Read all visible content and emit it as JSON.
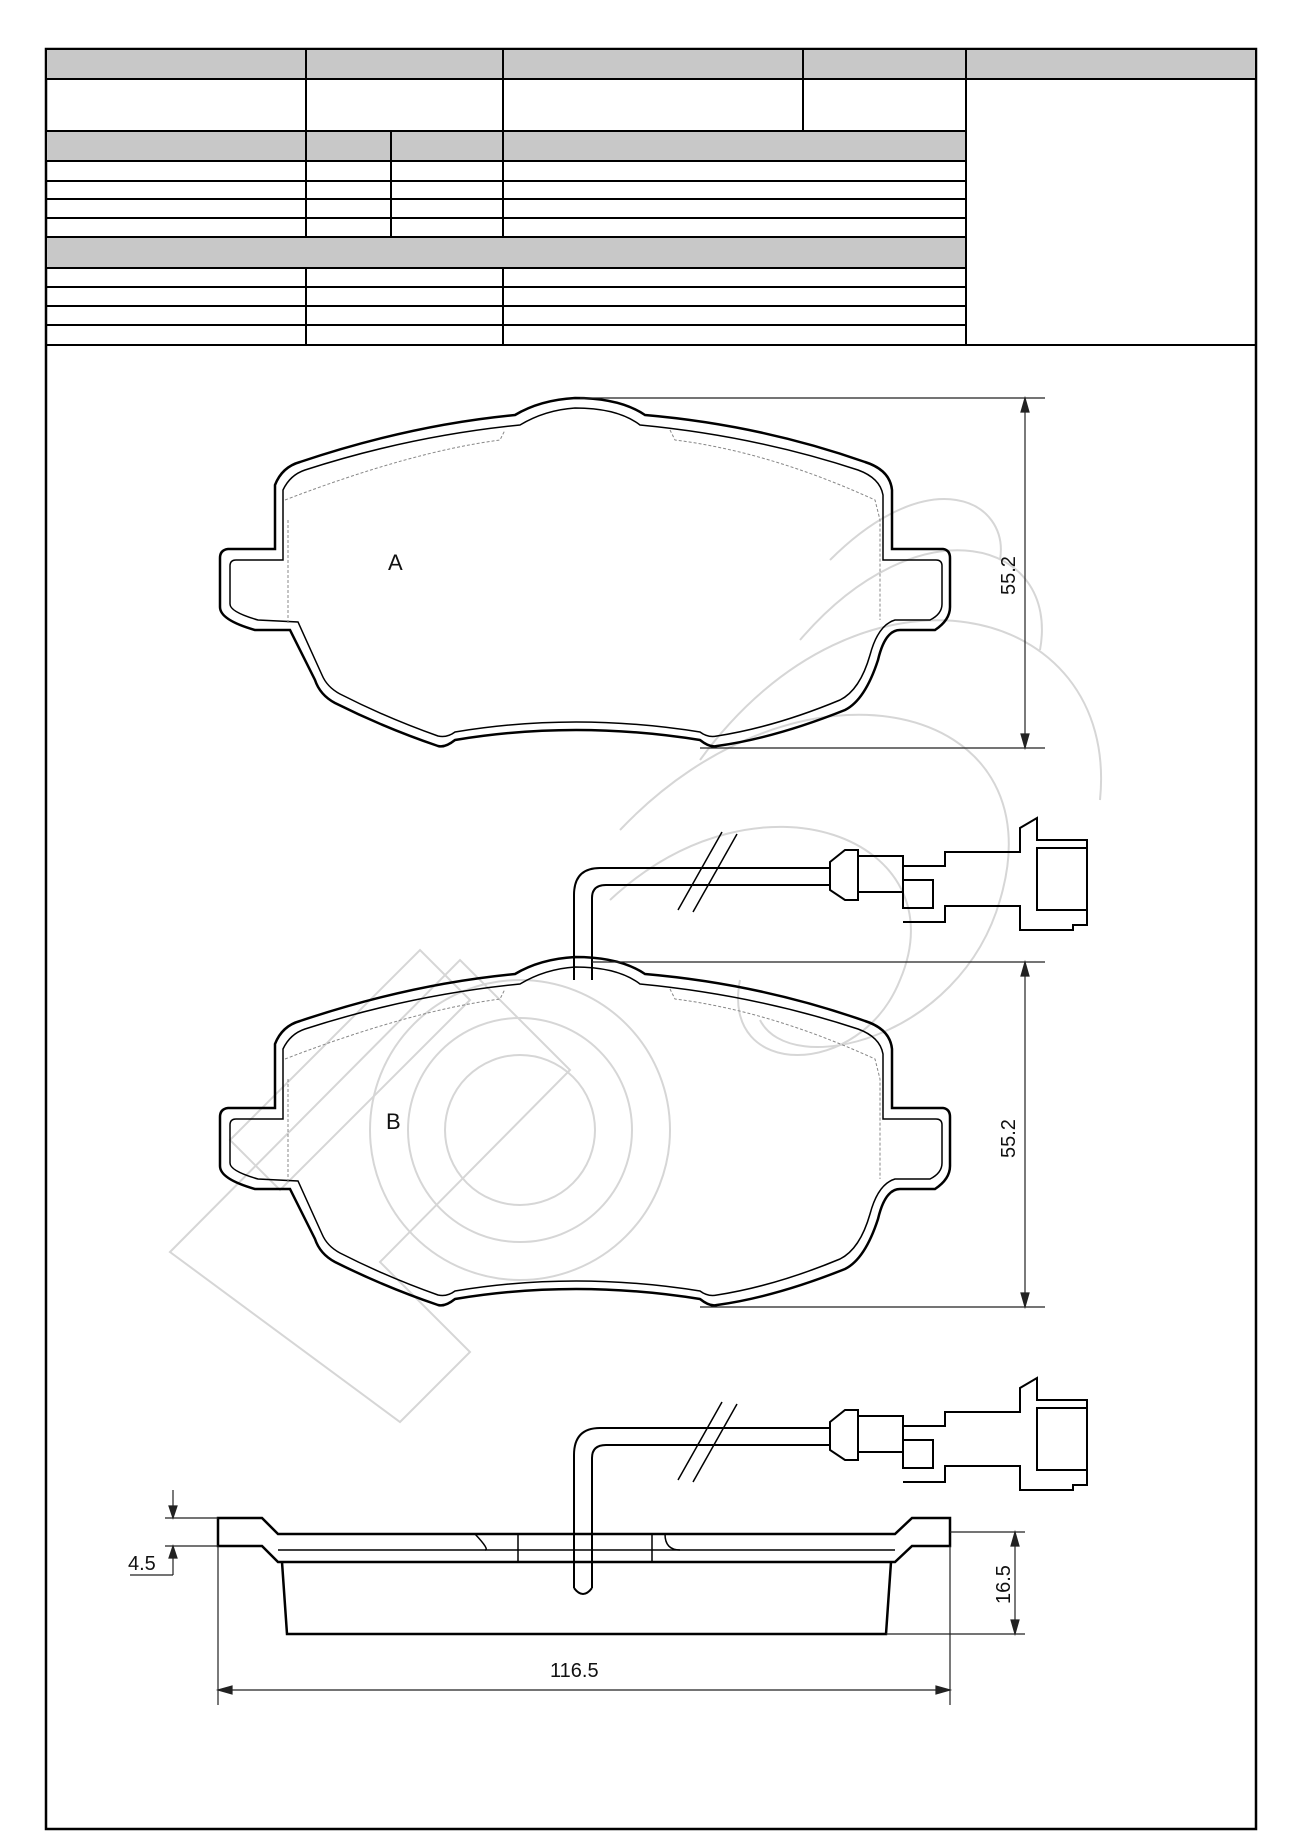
{
  "header_table": {
    "note": "",
    "rows": []
  },
  "views": {
    "top": {
      "label": "A",
      "height_dim": "55.2"
    },
    "middle": {
      "label": "B",
      "height_dim": "55.2"
    },
    "side": {
      "width_dim": "116.5",
      "backplate_dim": "4.5",
      "thickness_dim": "16.5"
    }
  },
  "colors": {
    "line": "#000000",
    "header_fill": "#c8c8c8",
    "watermark": "#d6d6d6",
    "dim_line": "#222222"
  }
}
